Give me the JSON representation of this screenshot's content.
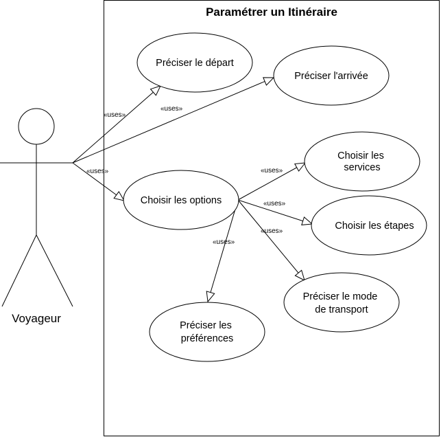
{
  "system": {
    "title": "Paramétrer un Itinéraire"
  },
  "actor": {
    "label": "Voyageur"
  },
  "use_cases": {
    "depart": [
      "Préciser le départ"
    ],
    "arrivee": [
      "Préciser l'arrivée"
    ],
    "options": [
      "Choisir les options"
    ],
    "services": [
      "Choisir les",
      "services"
    ],
    "etapes": [
      "Choisir les étapes"
    ],
    "mode": [
      "Préciser le mode",
      "de transport"
    ],
    "preferences": [
      "Préciser les",
      "préférences"
    ]
  },
  "relations": {
    "actor_depart": "«uses»",
    "actor_arrivee": "«uses»",
    "actor_options": "«uses»",
    "options_services": "«uses»",
    "options_etapes": "«uses»",
    "options_mode": "«uses»",
    "options_preferences": "«uses»"
  }
}
